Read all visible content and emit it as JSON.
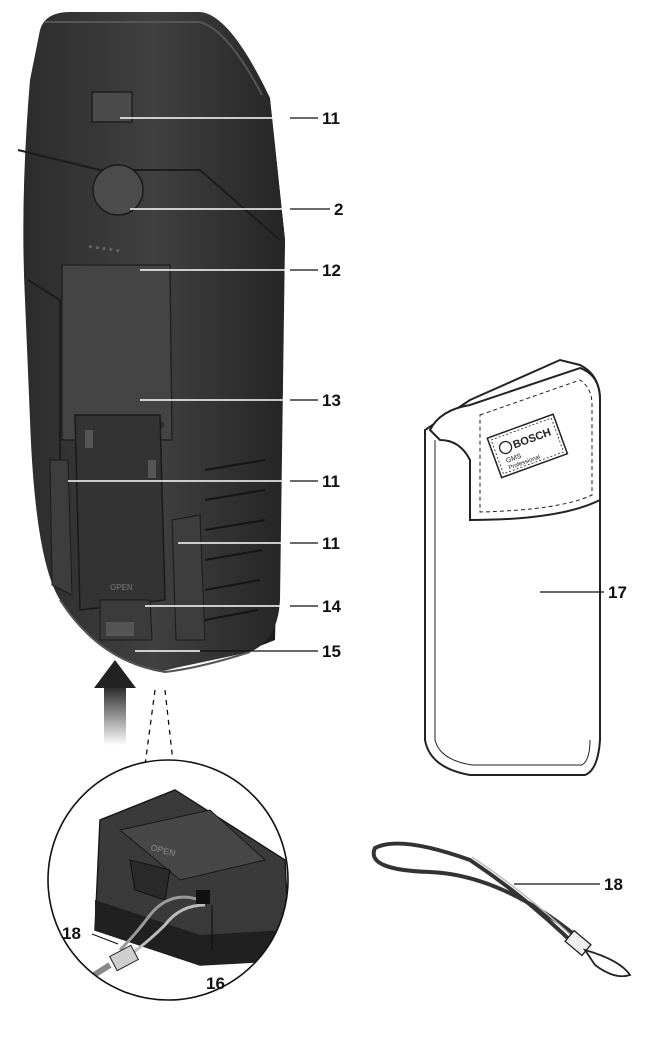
{
  "callouts": [
    {
      "id": "c11a",
      "label": "11"
    },
    {
      "id": "c2",
      "label": "2"
    },
    {
      "id": "c12",
      "label": "12"
    },
    {
      "id": "c13",
      "label": "13"
    },
    {
      "id": "c11b",
      "label": "11"
    },
    {
      "id": "c11c",
      "label": "11"
    },
    {
      "id": "c14",
      "label": "14"
    },
    {
      "id": "c15",
      "label": "15"
    },
    {
      "id": "c17",
      "label": "17"
    },
    {
      "id": "c18a",
      "label": "18"
    },
    {
      "id": "c18b",
      "label": "18"
    },
    {
      "id": "c16",
      "label": "16"
    }
  ],
  "pouch_logo": {
    "brand": "BOSCH",
    "line1": "GMS",
    "line2": "Professional"
  },
  "battery_cover_text": "OPEN",
  "colors": {
    "housing": "#3a3a3a",
    "housing_dark": "#262626",
    "pouch_outline": "#222222",
    "arrow": "#333333"
  }
}
